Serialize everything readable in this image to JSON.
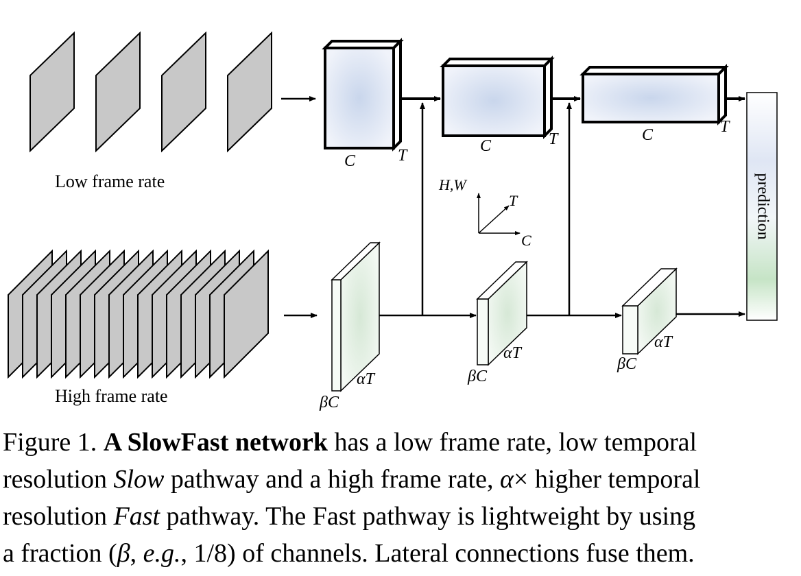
{
  "diagram": {
    "low_frame_rate_label": "Low frame rate",
    "high_frame_rate_label": "High frame rate",
    "slow_blocks": [
      {
        "channel_label": "C",
        "time_label": "T"
      },
      {
        "channel_label": "C",
        "time_label": "T"
      },
      {
        "channel_label": "C",
        "time_label": "T"
      }
    ],
    "fast_blocks": [
      {
        "channel_label": "βC",
        "time_label": "αT"
      },
      {
        "channel_label": "βC",
        "time_label": "αT"
      },
      {
        "channel_label": "βC",
        "time_label": "αT"
      }
    ],
    "axes": {
      "vertical": "H,W",
      "depth": "T",
      "horizontal": "C"
    },
    "prediction_label": "prediction",
    "low_frame_count": 4,
    "high_frame_count": 16,
    "colors": {
      "frame_fill": "#c8c8c8",
      "slow_block_fill": "#c9d6ec",
      "fast_block_fill": "#d6e8d6",
      "prediction_top": "#c6d3ec",
      "prediction_bottom": "#bfe2bf",
      "stroke": "#000000"
    }
  },
  "caption": {
    "line1_a": "Figure 1. ",
    "line1_bold": "A SlowFast network",
    "line1_b": " has a low frame rate, low temporal",
    "line2_a": "resolution ",
    "line2_ital": "Slow",
    "line2_b": " pathway and a high frame rate, ",
    "line2_alpha": "α",
    "line2_c": "× higher temporal",
    "line3_a": "resolution ",
    "line3_ital": "Fast",
    "line3_b": " pathway. The Fast pathway is lightweight by using",
    "line4_a": "a fraction (",
    "line4_beta": "β",
    "line4_b": ", ",
    "line4_eg": "e.g.",
    "line4_c": ", 1/8) of channels. Lateral connections fuse them."
  }
}
